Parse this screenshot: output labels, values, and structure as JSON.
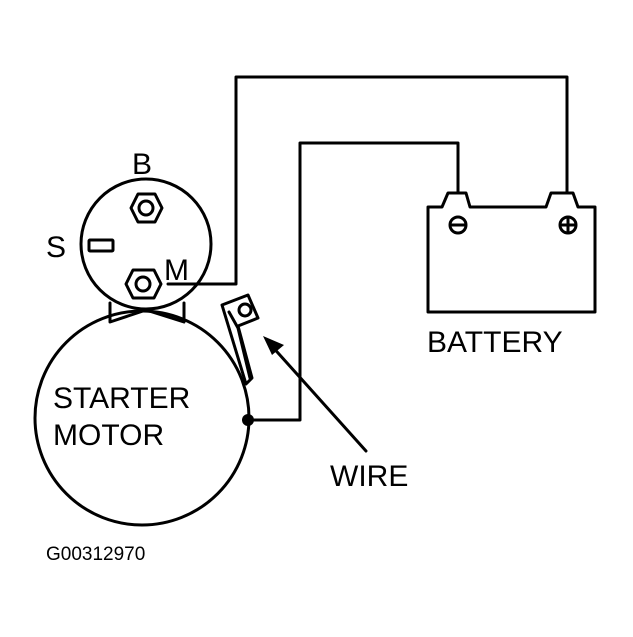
{
  "diagram": {
    "labels": {
      "terminal_b": "B",
      "terminal_s": "S",
      "terminal_m": "M",
      "starter_line1": "STARTER",
      "starter_line2": "MOTOR",
      "battery": "BATTERY",
      "wire": "WIRE",
      "figure_id": "G00312970"
    },
    "battery_symbols": {
      "negative": "⊖",
      "positive": "⊕"
    },
    "colors": {
      "ink": "#000000",
      "background": "#ffffff"
    }
  }
}
